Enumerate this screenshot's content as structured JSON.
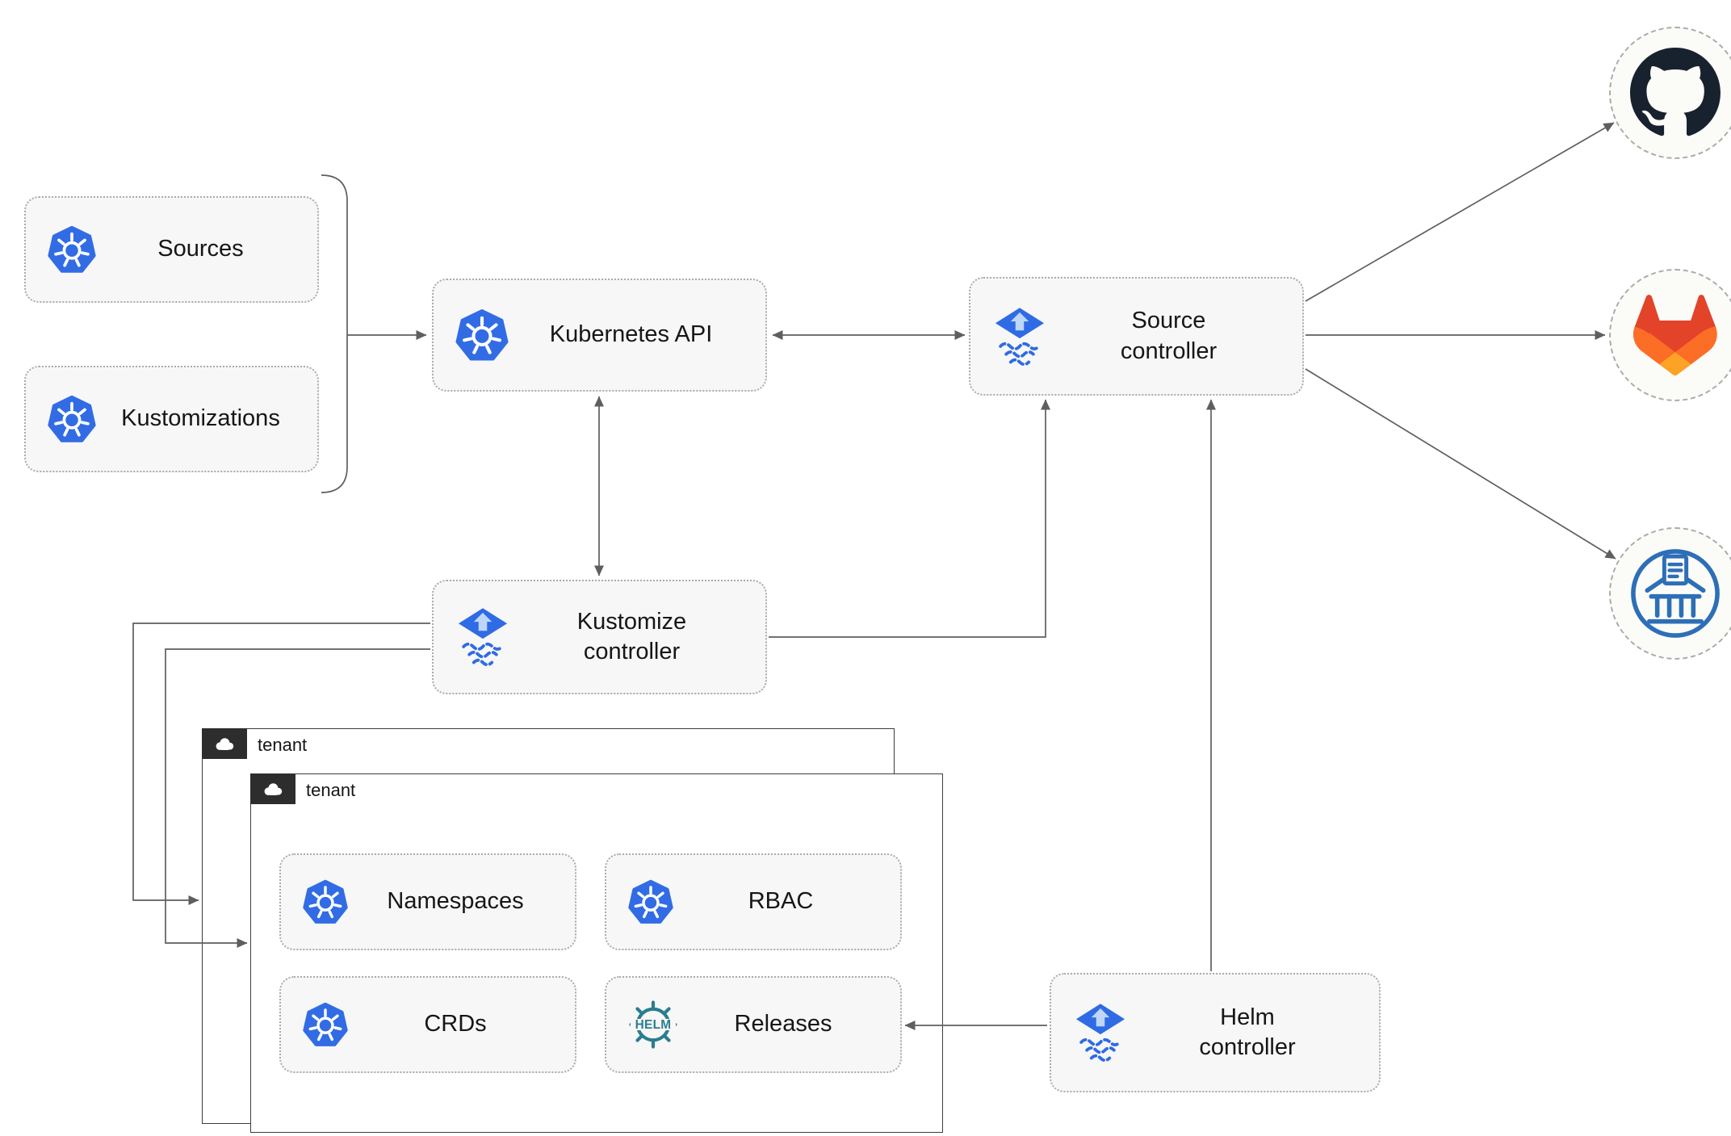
{
  "nodes": {
    "sources": "Sources",
    "kustomizations": "Kustomizations",
    "kubernetes_api": "Kubernetes API",
    "source_controller": [
      "Source",
      "controller"
    ],
    "kustomize_controller": [
      "Kustomize",
      "controller"
    ],
    "helm_controller": [
      "Helm",
      "controller"
    ],
    "namespaces": "Namespaces",
    "rbac": "RBAC",
    "crds": "CRDs",
    "releases": "Releases"
  },
  "tenants": [
    {
      "label": "tenant"
    },
    {
      "label": "tenant"
    }
  ],
  "icons": {
    "helm_logo_text": "HELM"
  },
  "colors": {
    "kubernetes_blue": "#326CE5",
    "flux_blue": "#2F6BE4",
    "flux_arrow_light": "#BFD6F9",
    "helm_teal": "#2A7D8F",
    "github_dark": "#18222E",
    "gitlab_red": "#E24329",
    "gitlab_orange": "#FC6D26",
    "gitlab_yellow": "#FCA326",
    "chartmuseum_blue": "#2D6FB7",
    "node_background": "#F7F7F7",
    "connector_gray": "#5F5F5F"
  }
}
